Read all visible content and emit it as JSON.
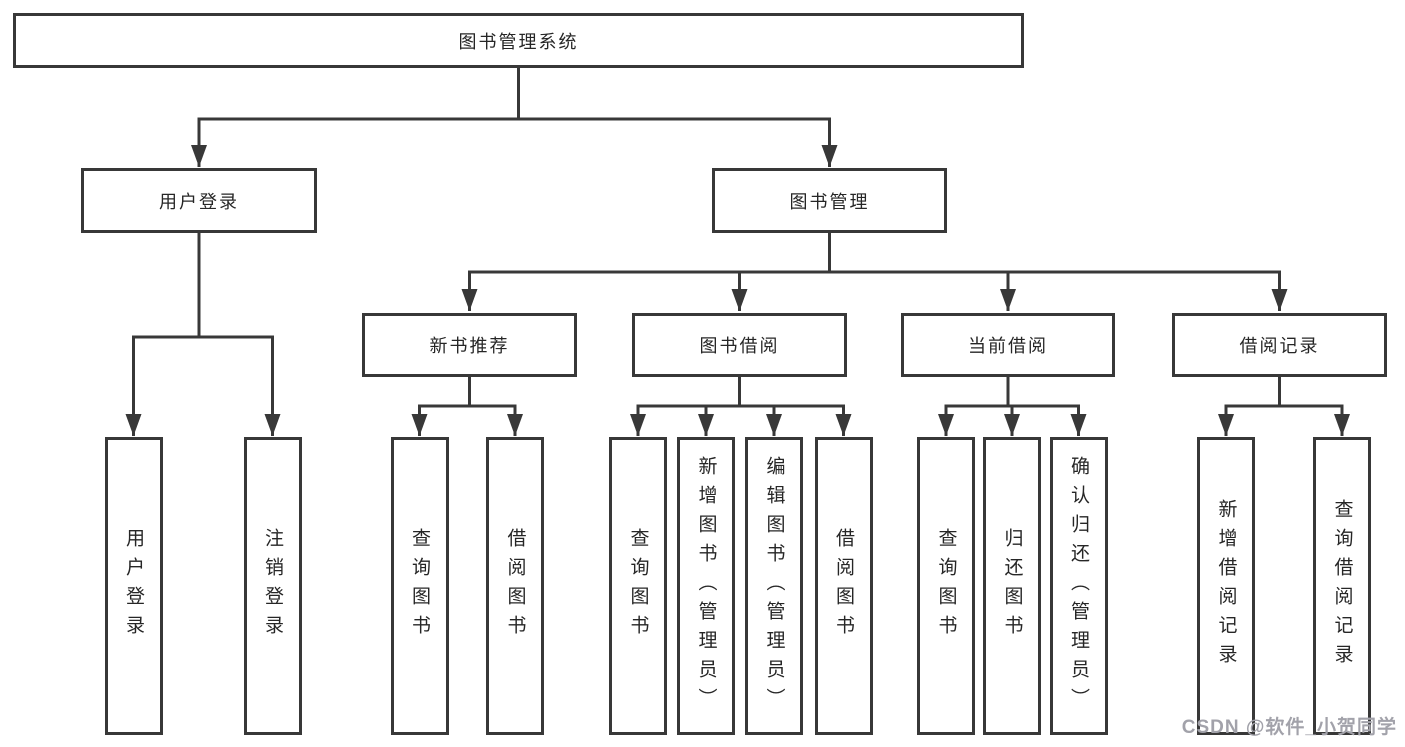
{
  "nodes": {
    "root": "图书管理系统",
    "user_login": "用户登录",
    "book_mgmt": "图书管理",
    "login": "用户登录",
    "logout": "注销登录",
    "new_rec": "新书推荐",
    "borrow": "图书借阅",
    "current": "当前借阅",
    "records": "借阅记录",
    "nr_query": "查询图书",
    "nr_borrow": "借阅图书",
    "bw_query": "查询图书",
    "bw_add": "新增图书（管理员）",
    "bw_edit": "编辑图书（管理员）",
    "bw_borrow": "借阅图书",
    "cu_query": "查询图书",
    "cu_return": "归还图书",
    "cu_confirm": "确认归还（管理员）",
    "rc_add": "新增借阅记录",
    "rc_query": "查询借阅记录"
  },
  "watermark": "CSDN @软件_小贺同学",
  "colors": {
    "line": "#383838",
    "box_border": "#383838",
    "text": "#262626",
    "background": "#ffffff",
    "watermark": "#a2a2aa"
  }
}
